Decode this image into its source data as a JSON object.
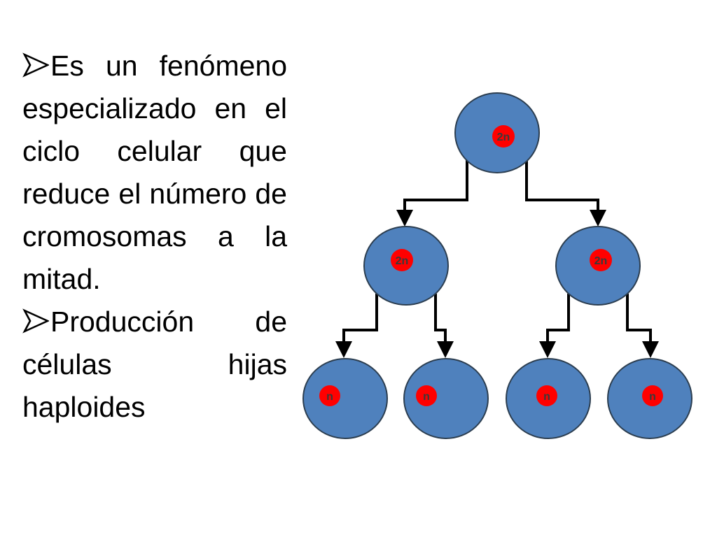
{
  "bullets": [
    {
      "icon": "arrow-bullet-icon",
      "text": "Es un fenómeno especializado en el ciclo celular que reduce el número de cromosomas a la mitad."
    },
    {
      "icon": "arrow-bullet-icon",
      "text": "Producción de células hijas haploides"
    }
  ],
  "diagram": {
    "colors": {
      "cell_fill": "#4f81bd",
      "cell_stroke": "#2c3e50",
      "nucleus_fill": "#ff0000",
      "arrow": "#000000"
    },
    "generation_1": {
      "label": "2n"
    },
    "generation_2": [
      {
        "label": "2n"
      },
      {
        "label": "2n"
      }
    ],
    "generation_3": [
      {
        "label": "n"
      },
      {
        "label": "n"
      },
      {
        "label": "n"
      },
      {
        "label": "n"
      }
    ]
  }
}
